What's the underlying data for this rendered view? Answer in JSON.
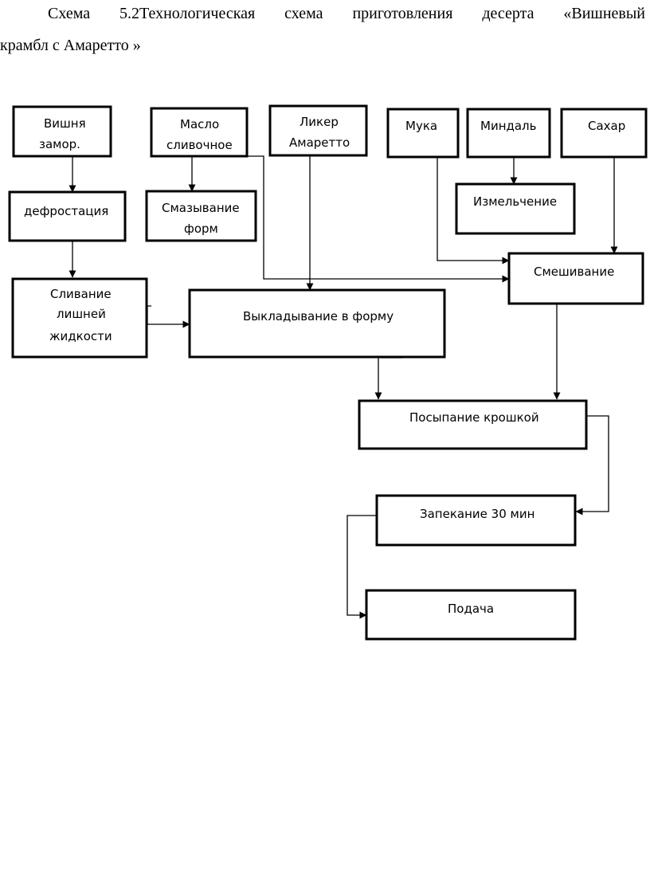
{
  "caption": {
    "line1_words": [
      "Схема",
      "5.2Технологическая",
      "схема",
      "приготовления",
      "десерта",
      "«Вишневый"
    ],
    "line2": "крамбл с Амаретто »"
  },
  "nodes": {
    "cherry": [
      "Вишня",
      "замор."
    ],
    "butter": [
      "Масло",
      "сливочное"
    ],
    "liqueur": [
      "Ликер",
      "Амаретто"
    ],
    "flour": [
      "Мука"
    ],
    "almond": [
      "Миндаль"
    ],
    "sugar": [
      "Сахар"
    ],
    "defrost": [
      "дефростация"
    ],
    "greasing": [
      "Смазывание",
      "форм"
    ],
    "grinding": [
      "Измельчение"
    ],
    "mixing": [
      "Смешивание"
    ],
    "draining": [
      "Сливание",
      "лишней",
      "жидкости"
    ],
    "laying": [
      "Выкладывание в форму"
    ],
    "sprinkling": [
      "Посыпание крошкой"
    ],
    "baking": [
      "Запекание 30 мин"
    ],
    "serving": [
      "Подача"
    ]
  }
}
